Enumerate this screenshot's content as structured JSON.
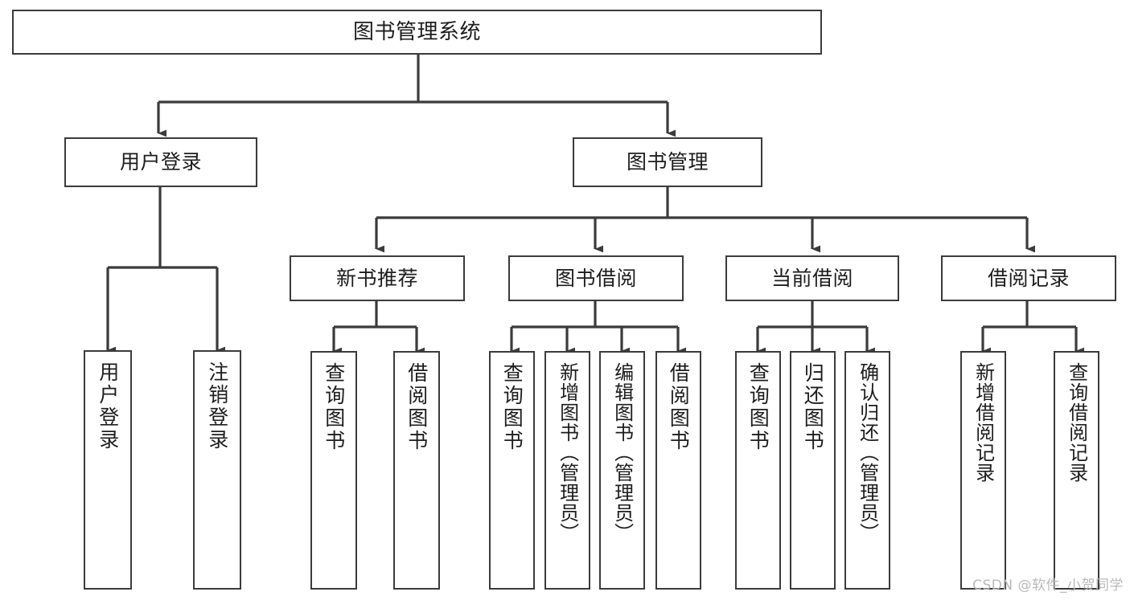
{
  "diagram": {
    "title": "图书管理系统",
    "type": "tree",
    "watermark": "CSDN @软件_小贺同学",
    "colors": {
      "box_border": "#3b3b3b",
      "box_fill": "#ffffff",
      "connector": "#3b3b3b",
      "text": "#1d1d1d",
      "watermark": "#b9b9b9",
      "background": "#ffffff"
    },
    "root": {
      "label": "图书管理系统"
    },
    "level1": [
      {
        "label": "用户登录"
      },
      {
        "label": "图书管理"
      }
    ],
    "level2": [
      {
        "label": "新书推荐"
      },
      {
        "label": "图书借阅"
      },
      {
        "label": "当前借阅"
      },
      {
        "label": "借阅记录"
      }
    ],
    "leaves": {
      "user_login": [
        {
          "label": "用户登录"
        },
        {
          "label": "注销登录"
        }
      ],
      "new_book_recommend": [
        {
          "label": "查询图书"
        },
        {
          "label": "借阅图书"
        }
      ],
      "book_borrow": [
        {
          "label": "查询图书"
        },
        {
          "label": "新增图书（管理员）"
        },
        {
          "label": "编辑图书（管理员）"
        },
        {
          "label": "借阅图书"
        }
      ],
      "current_borrow": [
        {
          "label": "查询图书"
        },
        {
          "label": "归还图书"
        },
        {
          "label": "确认归还（管理员）"
        }
      ],
      "borrow_record": [
        {
          "label": "新增借阅记录"
        },
        {
          "label": "查询借阅记录"
        }
      ]
    }
  }
}
